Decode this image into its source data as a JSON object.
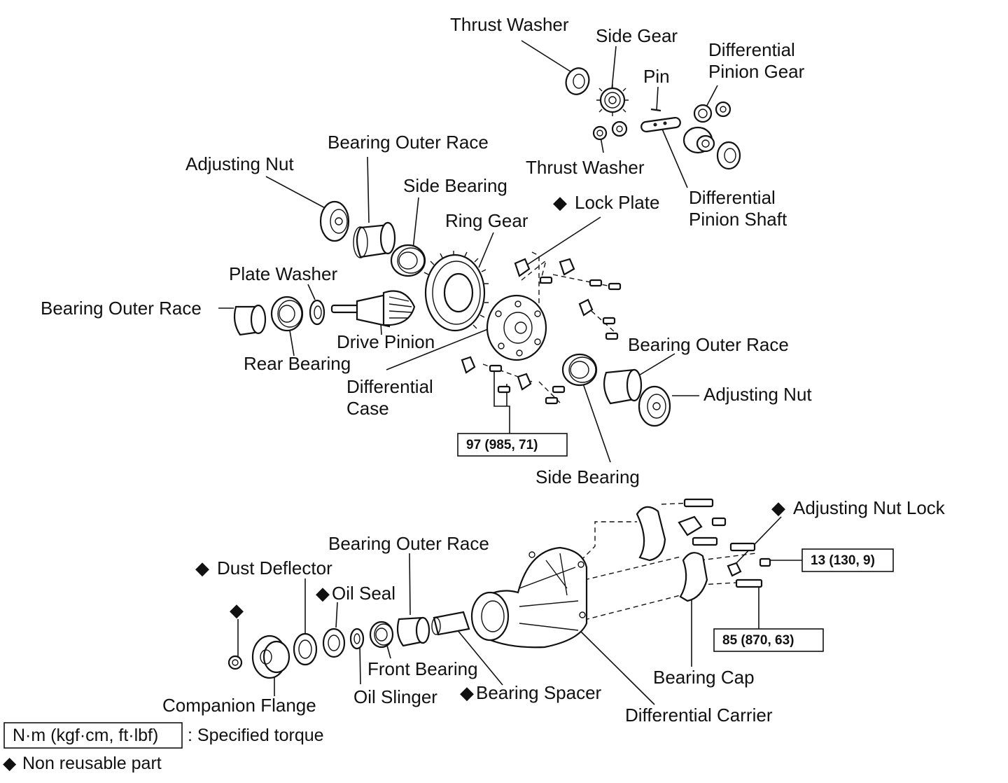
{
  "labels": {
    "thrust_washer_top": "Thrust Washer",
    "side_gear": "Side Gear",
    "pin": "Pin",
    "diff_pinion_gear_1": "Differential",
    "diff_pinion_gear_2": "Pinion Gear",
    "thrust_washer_mid": "Thrust Washer",
    "diff_pinion_shaft_1": "Differential",
    "diff_pinion_shaft_2": "Pinion Shaft",
    "bearing_outer_race_top": "Bearing Outer Race",
    "adjusting_nut_left": "Adjusting Nut",
    "side_bearing_top": "Side Bearing",
    "lock_plate": "Lock Plate",
    "ring_gear": "Ring Gear",
    "plate_washer": "Plate Washer",
    "bearing_outer_race_left": "Bearing Outer Race",
    "drive_pinion": "Drive Pinion",
    "rear_bearing": "Rear Bearing",
    "differential_case_1": "Differential",
    "differential_case_2": "Case",
    "bearing_outer_race_right": "Bearing Outer Race",
    "adjusting_nut_right": "Adjusting Nut",
    "side_bearing_bottom": "Side Bearing",
    "adjusting_nut_lock": "Adjusting Nut Lock",
    "bearing_outer_race_lower": "Bearing Outer Race",
    "dust_deflector": "Dust Deflector",
    "oil_seal": "Oil Seal",
    "front_bearing": "Front Bearing",
    "bearing_spacer": "Bearing Spacer",
    "bearing_cap": "Bearing Cap",
    "companion_flange": "Companion Flange",
    "oil_slinger": "Oil Slinger",
    "differential_carrier": "Differential Carrier"
  },
  "non_reusable_mark": "◆",
  "torques": {
    "ring_gear_bolts": "97 (985, 71)",
    "adjusting_nut_lock": "13 (130, 9)",
    "bearing_cap": "85 (870, 63)"
  },
  "legend": {
    "torque_box": "N·m (kgf·cm, ft·lbf)",
    "torque_desc": ": Specified torque",
    "nonreusable_symbol": "◆",
    "nonreusable_desc": "Non reusable part"
  }
}
